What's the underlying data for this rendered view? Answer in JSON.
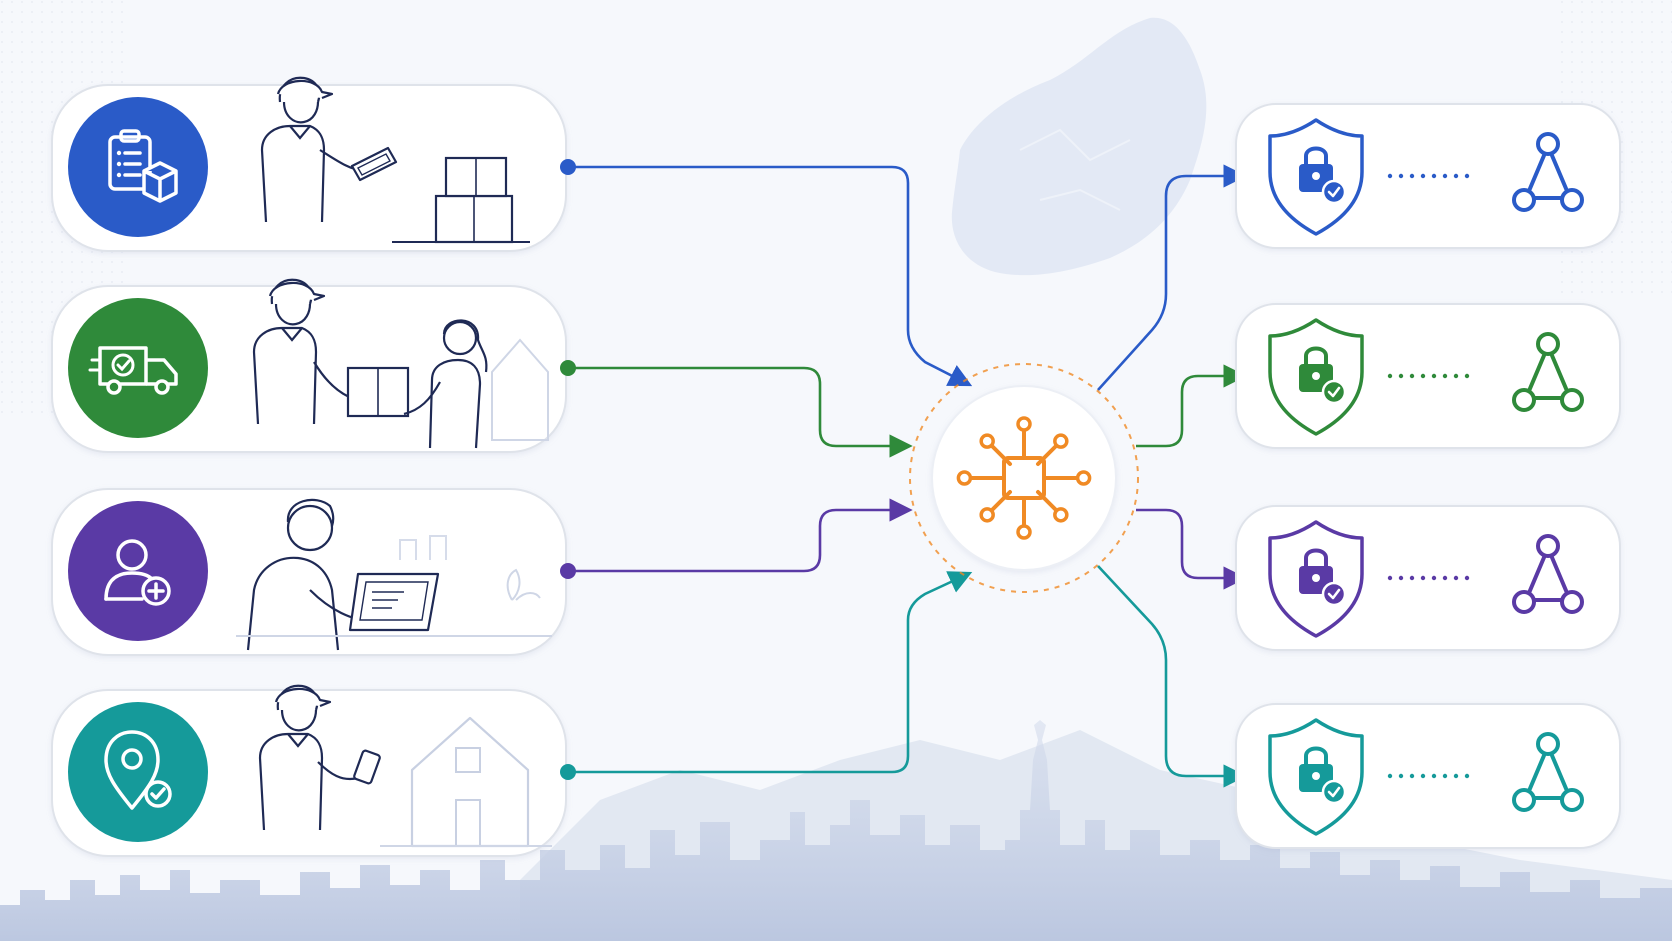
{
  "colors": {
    "background": "#f6f8fc",
    "card_border": "#dfe3ea",
    "skyline": "#c9d2e6",
    "map": "#dfe6f3",
    "hub_orange": "#f08a24",
    "line_art": "#1f2a55"
  },
  "diagram": {
    "inputs": [
      {
        "id": "inventory",
        "icon": "clipboard-box-icon",
        "illustration": "courier-with-tablet-and-boxes",
        "color": "#2a5bc8"
      },
      {
        "id": "delivery",
        "icon": "delivery-truck-check-icon",
        "illustration": "courier-handing-package-to-customer",
        "color": "#2f8a3a"
      },
      {
        "id": "registration",
        "icon": "add-user-icon",
        "illustration": "person-typing-on-laptop",
        "color": "#5a3aa5"
      },
      {
        "id": "location",
        "icon": "location-check-icon",
        "illustration": "courier-with-phone-near-house",
        "color": "#159a9a"
      }
    ],
    "hub": {
      "icon": "network-chip-icon",
      "color": "#f08a24"
    },
    "outputs": [
      {
        "id": "out-blue",
        "icons": [
          "shield-lock-icon",
          "connection-triangle-icon"
        ],
        "color": "#2a5bc8"
      },
      {
        "id": "out-green",
        "icons": [
          "shield-lock-icon",
          "connection-triangle-icon"
        ],
        "color": "#2f8a3a"
      },
      {
        "id": "out-purple",
        "icons": [
          "shield-lock-icon",
          "connection-triangle-icon"
        ],
        "color": "#5a3aa5"
      },
      {
        "id": "out-teal",
        "icons": [
          "shield-lock-icon",
          "connection-triangle-icon"
        ],
        "color": "#159a9a"
      }
    ]
  }
}
